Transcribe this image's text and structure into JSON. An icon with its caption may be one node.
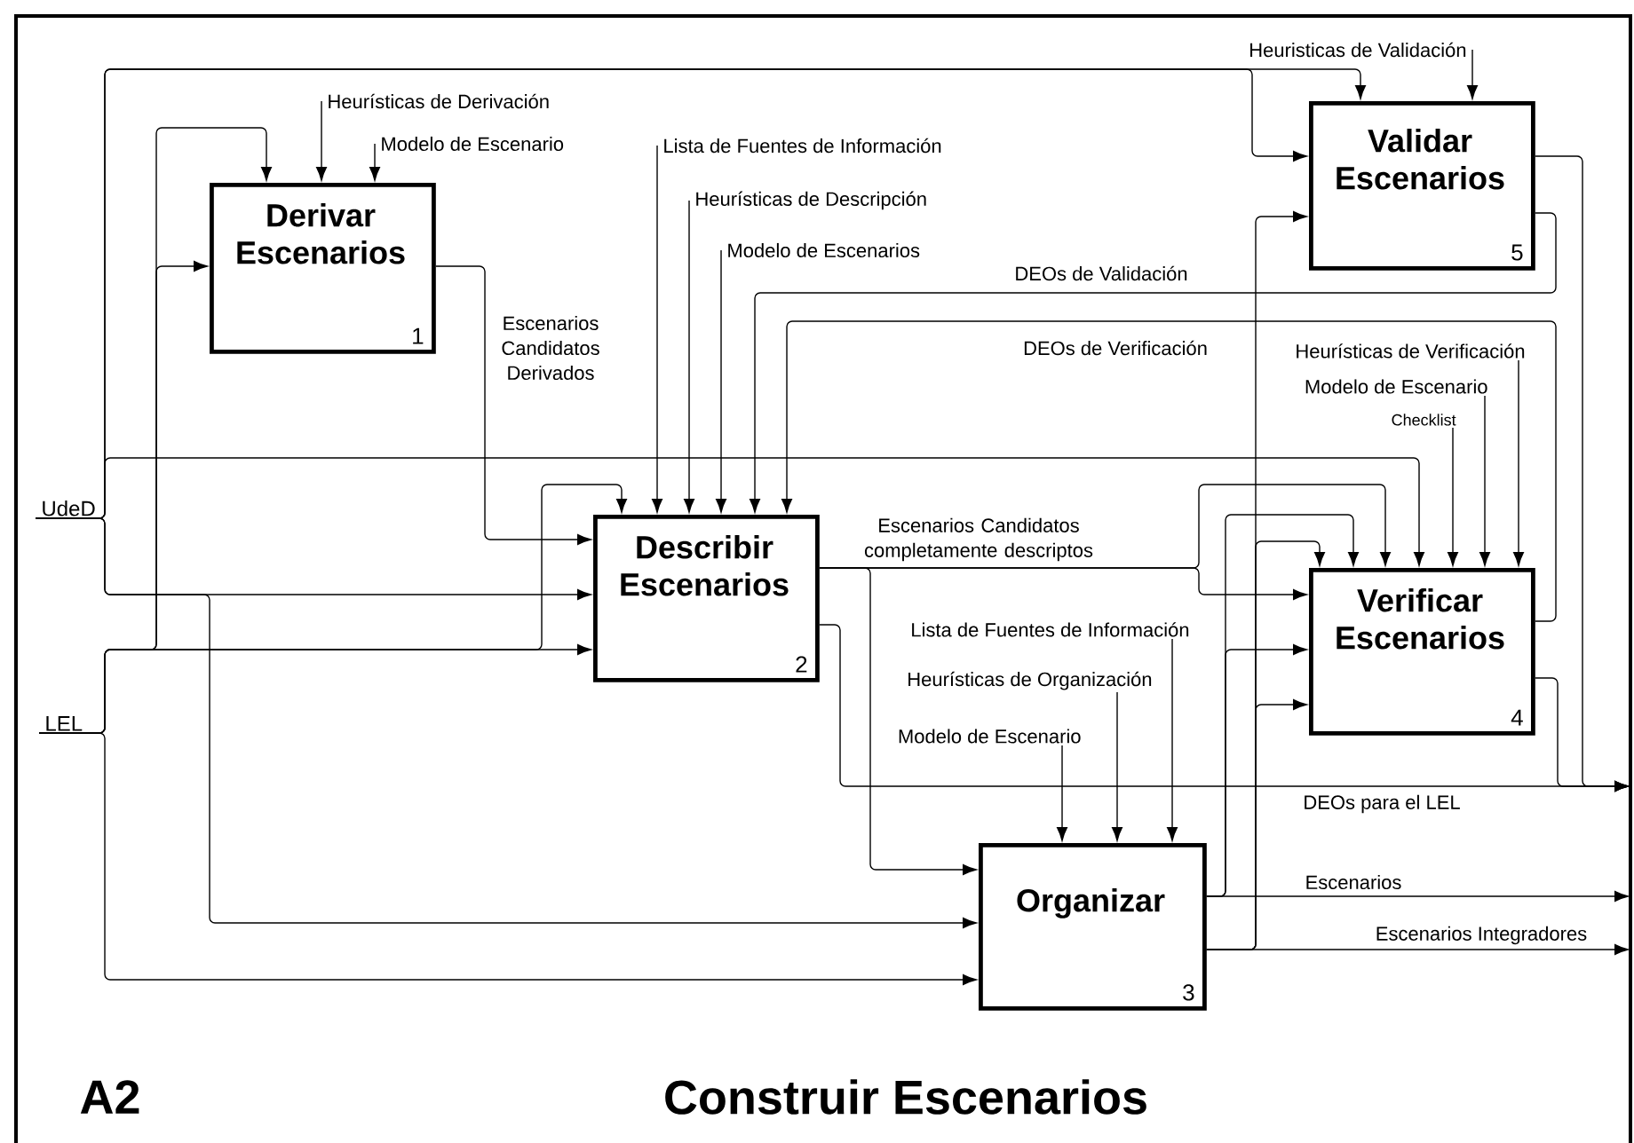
{
  "diagram": {
    "title": "Construir Escenarios",
    "nodes": [
      {
        "text": [
          "Derivar Escenarios",
          "1"
        ]
      },
      {
        "text": [
          "Describir Escenarios",
          "2"
        ]
      },
      {
        "text": [
          "Organizar",
          "3"
        ]
      },
      {
        "text": [
          "Verificar Escenarios",
          "4"
        ]
      },
      {
        "text": [
          "Validar Escenarios",
          "5"
        ]
      },
      {
        "text": [
          "UdeD"
        ]
      },
      {
        "text": [
          "LEL"
        ]
      },
      {
        "text": [
          "Heurísticas de Derivación"
        ]
      },
      {
        "text": [
          "Modelo de Escenario"
        ]
      },
      {
        "text": [
          "Lista de Fuentes de Información"
        ]
      },
      {
        "text": [
          "Heurísticas de Descripción"
        ]
      },
      {
        "text": [
          "Modelo de Escenarios"
        ]
      },
      {
        "text": [
          "Heuristicas de Validación"
        ]
      },
      {
        "text": [
          "Heurísticas de Verificación"
        ]
      },
      {
        "text": [
          "Modelo de Escenario"
        ]
      },
      {
        "text": [
          "Checklist"
        ]
      },
      {
        "text": [
          "Lista de Fuentes de Información"
        ]
      },
      {
        "text": [
          "Heurísticas de Organización"
        ]
      },
      {
        "text": [
          "Modelo de Escenario"
        ]
      }
    ],
    "edges": [
      {
        "from": 7,
        "to": 0,
        "arrow": "to"
      },
      {
        "from": 8,
        "to": 0,
        "arrow": "to"
      },
      {
        "from": 9,
        "to": 1,
        "arrow": "to"
      },
      {
        "from": 10,
        "to": 1,
        "arrow": "to"
      },
      {
        "from": 11,
        "to": 1,
        "arrow": "to"
      },
      {
        "from": 12,
        "to": 4,
        "arrow": "to"
      },
      {
        "from": 13,
        "to": 3,
        "arrow": "to"
      },
      {
        "from": 14,
        "to": 3,
        "arrow": "to"
      },
      {
        "from": 15,
        "to": 3,
        "arrow": "to"
      },
      {
        "from": 16,
        "to": 2,
        "arrow": "to"
      },
      {
        "from": 17,
        "to": 2,
        "arrow": "to"
      },
      {
        "from": 18,
        "to": 2,
        "arrow": "to"
      },
      {
        "from": 5,
        "to": 4,
        "arrow": "to"
      },
      {
        "from": 5,
        "to": 4,
        "arrow": "to"
      },
      {
        "from": 5,
        "to": 3,
        "arrow": "to"
      },
      {
        "from": 5,
        "to": 1,
        "arrow": "to"
      },
      {
        "from": 5,
        "to": 2,
        "arrow": "to"
      },
      {
        "from": 6,
        "to": 1,
        "arrow": "to"
      },
      {
        "from": 6,
        "to": 1,
        "arrow": "to"
      },
      {
        "from": 6,
        "to": 0,
        "arrow": "to"
      },
      {
        "from": 6,
        "to": 0,
        "arrow": "to"
      },
      {
        "from": 6,
        "to": 2,
        "arrow": "to"
      },
      {
        "from": 0,
        "to": 1,
        "arrow": "to",
        "label": "Escenarios Candidatos Derivados"
      },
      {
        "from": 1,
        "to": 3,
        "arrow": "to",
        "label": "Escenarios Candidatos completamente descriptos"
      },
      {
        "from": 1,
        "to": 3,
        "arrow": "to"
      },
      {
        "from": 1,
        "to": 2,
        "arrow": "to"
      },
      {
        "from": 1,
        "to": null,
        "arrow": "to",
        "label": "DEOs para el LEL"
      },
      {
        "from": 3,
        "to": null,
        "arrow": "to"
      },
      {
        "from": 4,
        "to": null,
        "arrow": "to"
      },
      {
        "from": 4,
        "to": 1,
        "arrow": "to",
        "label": "DEOs de Validación"
      },
      {
        "from": 3,
        "to": 1,
        "arrow": "to",
        "label": "DEOs de Verificación"
      },
      {
        "from": 2,
        "to": null,
        "arrow": "to",
        "label": "Escenarios"
      },
      {
        "from": 2,
        "to": 3,
        "arrow": "to"
      },
      {
        "from": 2,
        "to": 3,
        "arrow": "to"
      },
      {
        "from": 2,
        "to": null,
        "arrow": "to",
        "label": "Escenarios Integradores"
      },
      {
        "from": 2,
        "to": 3,
        "arrow": "to"
      },
      {
        "from": 2,
        "to": 3,
        "arrow": "to"
      },
      {
        "from": 2,
        "to": 4,
        "arrow": "to"
      }
    ],
    "labels": [
      "A2"
    ]
  }
}
